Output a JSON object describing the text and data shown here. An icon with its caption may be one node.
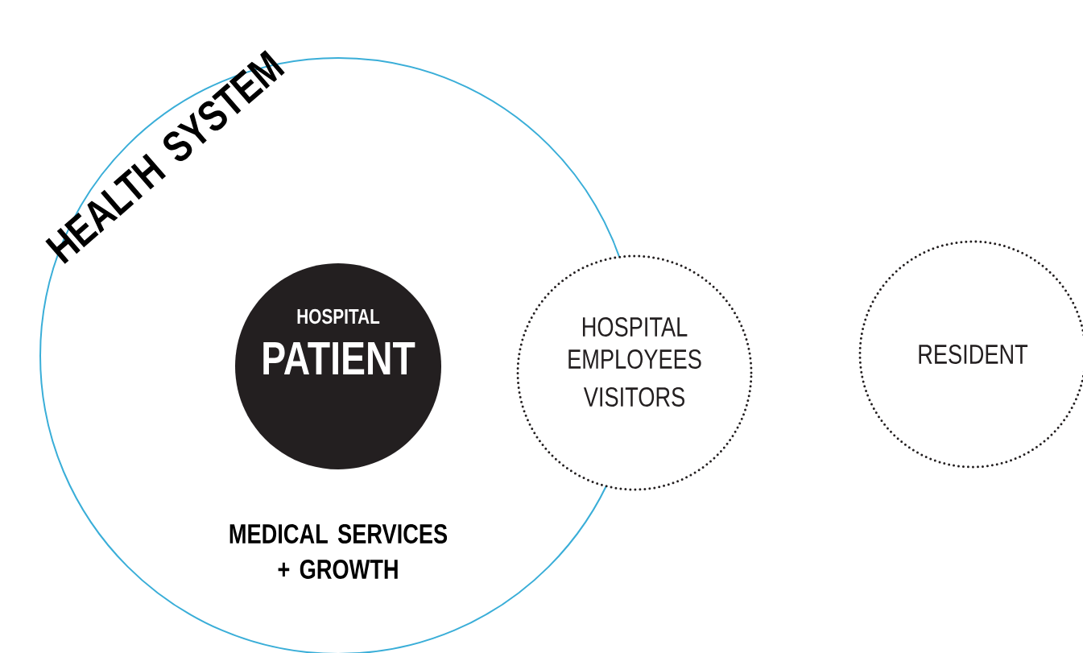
{
  "diagram": {
    "nodes": [
      {
        "text": [
          "HEALTH SYSTEM",
          "MEDICAL SERVICES + GROWTH"
        ]
      },
      {
        "text": [
          "HOSPITAL",
          "PATIENT"
        ],
        "in": 0
      },
      {
        "text": [
          "HOSPITAL EMPLOYEES",
          "VISITORS"
        ]
      },
      {
        "text": [
          "RESIDENT"
        ]
      }
    ]
  }
}
